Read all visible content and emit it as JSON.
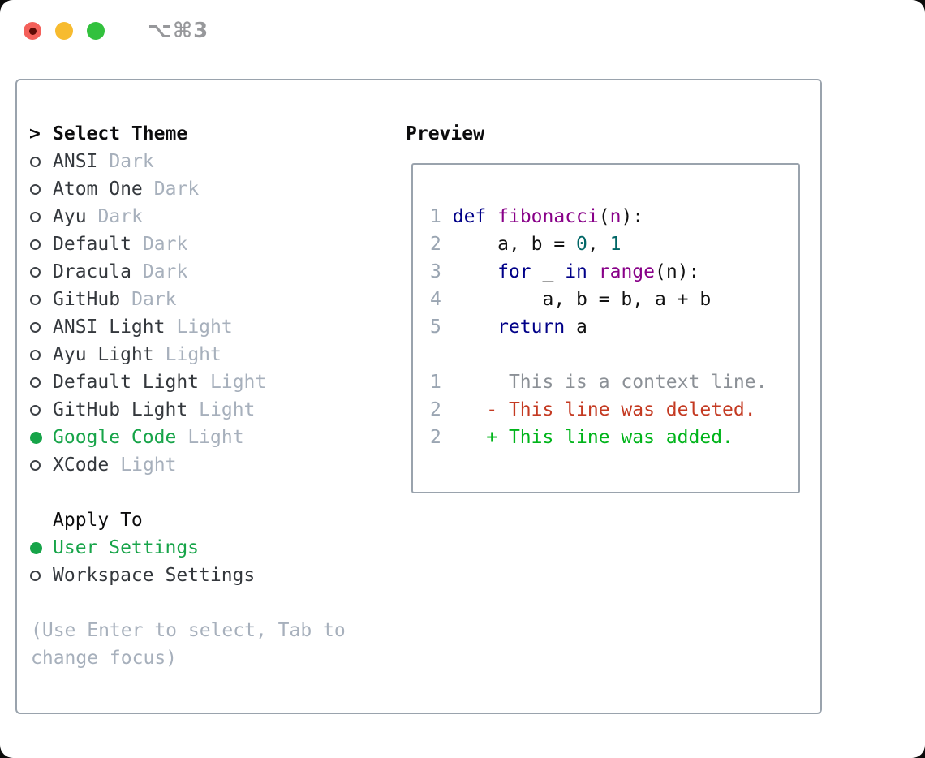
{
  "window": {
    "title": "⌥⌘3"
  },
  "colors": {
    "traffic_red": "#f4605a",
    "traffic_red_inner": "#5f0b06",
    "traffic_yellow": "#f7bb2f",
    "traffic_green": "#32c13d",
    "panel_border": "#9aa3ad",
    "item_text": "#34383d",
    "dim_text": "#a7b0bc",
    "selected_green": "#17a449",
    "code_keyword": "#000088",
    "code_function": "#880088",
    "code_literal": "#006666",
    "code_plain": "#111111",
    "line_number": "#9aa5b2",
    "diff_context": "#8b9096",
    "diff_deleted": "#c43a22",
    "diff_added": "#00b41a"
  },
  "theme_list": {
    "prompt": ">",
    "title": "Select Theme",
    "items": [
      {
        "name": "ANSI",
        "variant": "Dark",
        "selected": false
      },
      {
        "name": "Atom One",
        "variant": "Dark",
        "selected": false
      },
      {
        "name": "Ayu",
        "variant": "Dark",
        "selected": false
      },
      {
        "name": "Default",
        "variant": "Dark",
        "selected": false
      },
      {
        "name": "Dracula",
        "variant": "Dark",
        "selected": false
      },
      {
        "name": "GitHub",
        "variant": "Dark",
        "selected": false
      },
      {
        "name": "ANSI Light",
        "variant": "Light",
        "selected": false
      },
      {
        "name": "Ayu Light",
        "variant": "Light",
        "selected": false
      },
      {
        "name": "Default Light",
        "variant": "Light",
        "selected": false
      },
      {
        "name": "GitHub Light",
        "variant": "Light",
        "selected": false
      },
      {
        "name": "Google Code",
        "variant": "Light",
        "selected": true
      },
      {
        "name": "XCode",
        "variant": "Light",
        "selected": false
      }
    ]
  },
  "apply_to": {
    "title": "Apply To",
    "options": [
      {
        "label": "User Settings",
        "selected": true
      },
      {
        "label": "Workspace Settings",
        "selected": false
      }
    ]
  },
  "footer": {
    "text": "(Use Enter to select, Tab to change focus)"
  },
  "preview": {
    "title": "Preview",
    "lines": [
      [
        {
          "c": "num",
          "t": "1"
        },
        {
          "c": "pln",
          "t": " "
        },
        {
          "c": "kw",
          "t": "def"
        },
        {
          "c": "pln",
          "t": " "
        },
        {
          "c": "fn",
          "t": "fibonacci"
        },
        {
          "c": "pln",
          "t": "("
        },
        {
          "c": "fn",
          "t": "n"
        },
        {
          "c": "pln",
          "t": "):"
        }
      ],
      [
        {
          "c": "num",
          "t": "2"
        },
        {
          "c": "pln",
          "t": "     a, b = "
        },
        {
          "c": "lit",
          "t": "0"
        },
        {
          "c": "pln",
          "t": ", "
        },
        {
          "c": "lit",
          "t": "1"
        }
      ],
      [
        {
          "c": "num",
          "t": "3"
        },
        {
          "c": "pln",
          "t": "     "
        },
        {
          "c": "kw",
          "t": "for"
        },
        {
          "c": "pln",
          "t": " _ "
        },
        {
          "c": "kw",
          "t": "in"
        },
        {
          "c": "pln",
          "t": " "
        },
        {
          "c": "fn",
          "t": "range"
        },
        {
          "c": "pln",
          "t": "(n):"
        }
      ],
      [
        {
          "c": "num",
          "t": "4"
        },
        {
          "c": "pln",
          "t": "         a, b = b, a + b"
        }
      ],
      [
        {
          "c": "num",
          "t": "5"
        },
        {
          "c": "pln",
          "t": "     "
        },
        {
          "c": "kw",
          "t": "return"
        },
        {
          "c": "pln",
          "t": " a"
        }
      ],
      [],
      [
        {
          "c": "num",
          "t": "1"
        },
        {
          "c": "ctx",
          "t": "      This is a context line."
        }
      ],
      [
        {
          "c": "num",
          "t": "2"
        },
        {
          "c": "pln",
          "t": "    "
        },
        {
          "c": "del",
          "t": "- This line was deleted."
        }
      ],
      [
        {
          "c": "num",
          "t": "2"
        },
        {
          "c": "pln",
          "t": "    "
        },
        {
          "c": "add",
          "t": "+ This line was added."
        }
      ]
    ]
  }
}
